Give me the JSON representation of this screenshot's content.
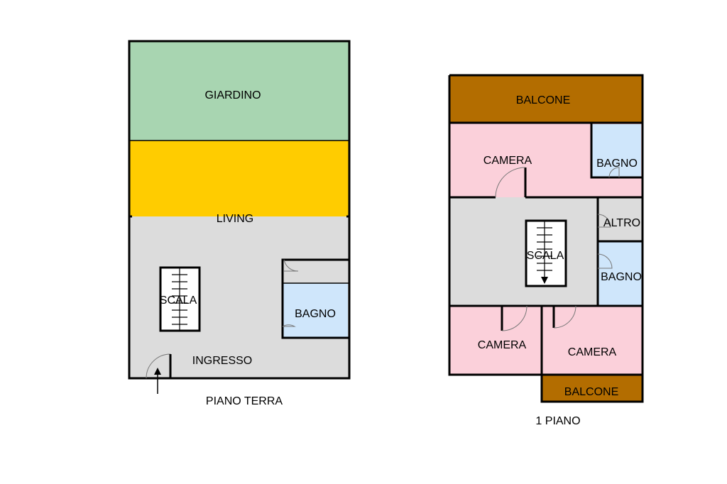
{
  "ground_floor": {
    "caption": "PIANO TERRA",
    "rooms": {
      "garden": "GIARDINO",
      "living": "LIVING",
      "stairs": "SCALA",
      "bathroom": "BAGNO",
      "entrance": "INGRESSO"
    }
  },
  "first_floor": {
    "caption": "1 PIANO",
    "rooms": {
      "balcony_top": "BALCONE",
      "bedroom_top": "CAMERA",
      "bathroom_top": "BAGNO",
      "other": "ALTRO",
      "stairs": "SCALA",
      "bathroom_mid": "BAGNO",
      "bedroom_bottom_left": "CAMERA",
      "bedroom_bottom_right": "CAMERA",
      "balcony_bottom": "BALCONE"
    }
  },
  "colors": {
    "garden": "#a8d5b1",
    "living": "#ffcc00",
    "circulation": "#dcdcdc",
    "bathroom": "#cfe6fb",
    "bedroom": "#fbd0da",
    "balcony": "#b36d00"
  }
}
